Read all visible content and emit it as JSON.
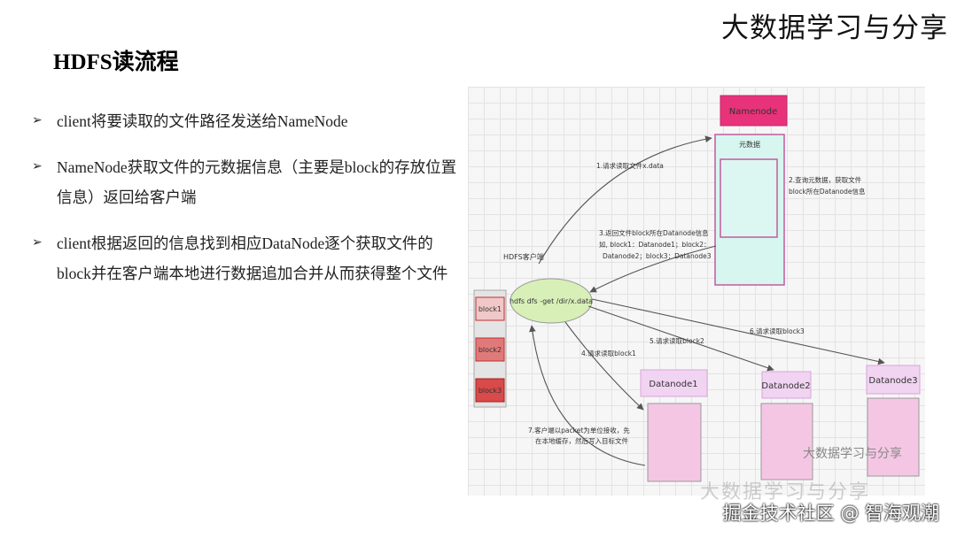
{
  "header": {
    "brand": "大数据学习与分享"
  },
  "slide": {
    "title": "HDFS读流程"
  },
  "bullets": [
    "client将要读取的文件路径发送给NameNode",
    "NameNode获取文件的元数据信息（主要是block的存放位置信息）返回给客户端",
    "client根据返回的信息找到相应DataNode逐个获取文件的block并在客户端本地进行数据追加合并从而获得整个文件"
  ],
  "diagram": {
    "namenode": "Namenode",
    "metadata": "元数据",
    "client_label": "HDFS客户端",
    "client_command": "hdfs dfs -get /dir/x.data",
    "blocks": [
      "block1",
      "block2",
      "block3"
    ],
    "datanodes": [
      "Datanode1",
      "Datanode2",
      "Datanode3"
    ],
    "steps": {
      "s1": "1.请求读取文件x.data",
      "s2_line1": "2.查询元数据，获取文件",
      "s2_line2": "block所在Datanode信息",
      "s3_line1": "3.返回文件block所在Datanode信息",
      "s3_line2": "如, block1：Datanode1；block2：",
      "s3_line3": "Datanode2；block3：Datanode3",
      "s4": "4.请求读取block1",
      "s5": "5.请求读取block2",
      "s6": "6.请求读取block3",
      "s7_line1": "7.客户端以packet为单位接收，先",
      "s7_line2": "在本地缓存，然后写入目标文件"
    },
    "watermark_small": "大数据学习与分享",
    "watermark_large": "大数据学习与分享"
  },
  "footer": {
    "watermark": "掘金技术社区 @ 智海观潮"
  },
  "colors": {
    "namenode_header": "#e8327a",
    "namenode_body": "#d7f6ef",
    "namenode_border": "#c25aa0",
    "client_ellipse": "#d8f0b8",
    "block1": "#f0c8c8",
    "block2": "#e07a7a",
    "block3": "#d94a4a",
    "datanode_header": "#f1d4f1",
    "datanode_body": "#f5c6e4"
  }
}
